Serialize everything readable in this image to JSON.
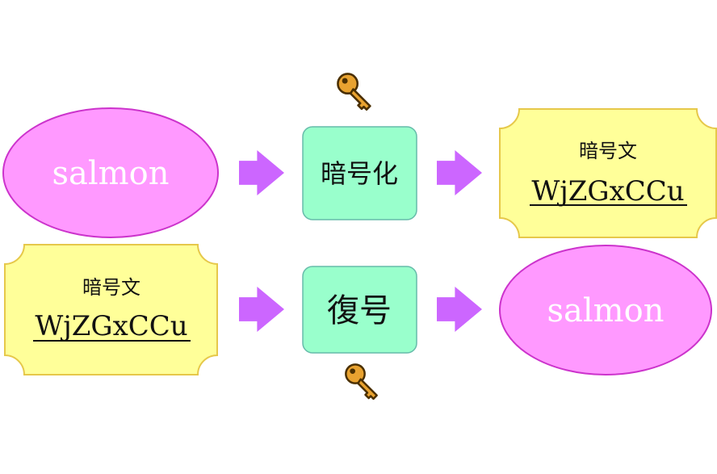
{
  "flow": {
    "row1": {
      "plaintext": "salmon",
      "action": "暗号化",
      "result_caption": "暗号文",
      "result_value": "WjZGxCCu"
    },
    "row2": {
      "input_caption": "暗号文",
      "input_value": "WjZGxCCu",
      "action": "復号",
      "plaintext": "salmon"
    }
  },
  "icons": {
    "key": "key-icon",
    "arrow": "right-arrow-icon"
  },
  "colors": {
    "oval_fill": "#ff99ff",
    "oval_stroke": "#cc33cc",
    "process_fill": "#99ffcc",
    "process_stroke": "#66bbaa",
    "scroll_fill": "#ffff99",
    "scroll_stroke": "#e6c84a",
    "arrow_fill": "#cc66ff",
    "key_fill": "#e8a230",
    "key_stroke": "#4a2f00"
  }
}
